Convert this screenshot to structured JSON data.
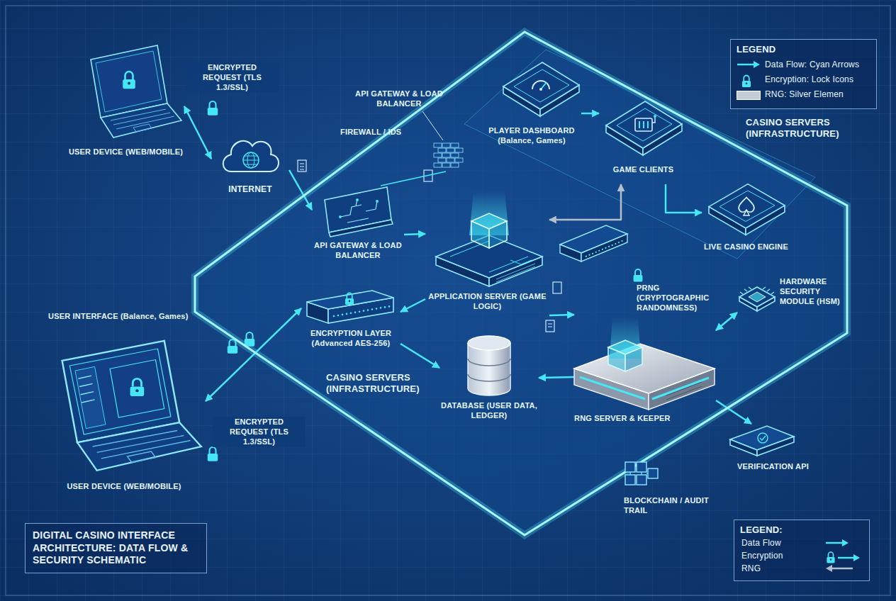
{
  "diagram": {
    "title": "DIGITAL CASINO INTERFACE ARCHITECTURE: DATA FLOW & SECURITY SCHEMATIC",
    "nodes": [
      {
        "text": [
          "CASINO SERVERS (INFRASTRUCTURE)",
          "CASINO SERVERS (INFRASTRUCTURE)"
        ]
      },
      {
        "text": [
          "USER DEVICE (WEB/MOBILE)"
        ]
      },
      {
        "text": [
          "INTERNET"
        ]
      },
      {
        "text": [
          "API GATEWAY & LOAD BALANCER"
        ],
        "in": 0
      },
      {
        "text": [
          "FIREWALL / IDS"
        ],
        "in": 0
      },
      {
        "text": [
          "PLAYER DASHBOARD (Balance, Games)"
        ],
        "in": 0
      },
      {
        "text": [
          "GAME CLIENTS"
        ],
        "in": 0
      },
      {
        "text": [
          "LIVE CASINO ENGINE"
        ],
        "in": 0
      },
      {
        "text": [
          "APPLICATION SERVER (GAME LOGIC)"
        ],
        "in": 0
      },
      {
        "text": [
          "ENCRYPTION LAYER (Advanced AES-256)"
        ],
        "in": 0
      },
      {
        "text": [
          "DATABASE (USER DATA, LEDGER)"
        ],
        "in": 0
      },
      {
        "text": [
          "PRNG (CRYPTOGRAPHIC RANDOMNESS)",
          "RNG SERVER & KEEPER"
        ],
        "in": 0
      },
      {
        "text": [
          "HARDWARE SECURITY MODULE (HSM)"
        ],
        "in": 0
      },
      {
        "text": [
          "VERIFICATION API"
        ]
      },
      {
        "text": [
          "BLOCKCHAIN / AUDIT TRAIL"
        ]
      },
      {
        "text": [
          "USER INTERFACE (Balance, Games)",
          "USER DEVICE (WEB/MOBILE)"
        ]
      }
    ],
    "edges": [
      {
        "from": 1,
        "to": 2,
        "arrow": "both",
        "label": "ENCRYPTED REQUEST (TLS 1.3/SSL)"
      },
      {
        "from": 2,
        "to": 3,
        "arrow": "to"
      },
      {
        "from": 3,
        "to": 4,
        "arrow": "none"
      },
      {
        "from": 3,
        "to": 8,
        "arrow": "to"
      },
      {
        "from": 8,
        "to": 6,
        "arrow": "both"
      },
      {
        "from": 5,
        "to": 6,
        "arrow": "to"
      },
      {
        "from": 6,
        "to": 7,
        "arrow": "to"
      },
      {
        "from": 8,
        "to": 9,
        "arrow": "to"
      },
      {
        "from": 9,
        "to": 10,
        "arrow": "to"
      },
      {
        "from": 8,
        "to": 11,
        "arrow": "to"
      },
      {
        "from": 11,
        "to": 10,
        "arrow": "to"
      },
      {
        "from": 11,
        "to": 12,
        "arrow": "both"
      },
      {
        "from": 11,
        "to": 13,
        "arrow": "to"
      },
      {
        "from": 15,
        "to": 9,
        "arrow": "both",
        "label": "ENCRYPTED REQUEST (TLS 1.3/SSL)"
      }
    ],
    "labels": [
      "LEGEND",
      "LEGEND:",
      "API GATEWAY & LOAD BALANCER"
    ],
    "legend": [
      {
        "text": "Data Flow: Cyan Arrows"
      },
      {
        "text": "Encryption: Lock Icons"
      },
      {
        "text": "RNG: Silver Elemen",
        "color": "#c4ccd6"
      },
      {
        "text": "Data Flow"
      },
      {
        "text": "Encryption"
      },
      {
        "text": "RNG"
      }
    ]
  }
}
